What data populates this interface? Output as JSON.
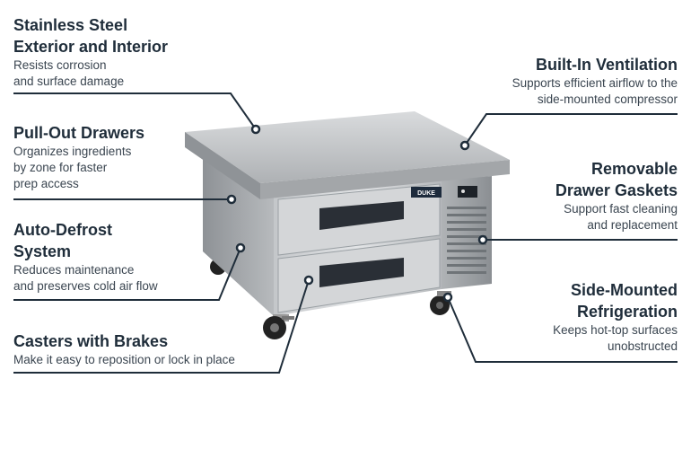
{
  "features": {
    "stainless": {
      "title": "Stainless Steel\nExterior and Interior",
      "desc": "Resists corrosion\nand surface damage"
    },
    "drawers": {
      "title": "Pull-Out Drawers",
      "desc": "Organizes ingredients\nby zone for faster\nprep access"
    },
    "defrost": {
      "title": "Auto-Defrost\nSystem",
      "desc": "Reduces maintenance\nand preserves cold air flow"
    },
    "casters": {
      "title": "Casters with Brakes",
      "desc": "Make it easy to reposition or lock in place"
    },
    "ventilation": {
      "title": "Built-In Ventilation",
      "desc": "Supports efficient airflow to the\nside-mounted compressor"
    },
    "gaskets": {
      "title": "Removable\nDrawer Gaskets",
      "desc": "Support fast cleaning\nand replacement"
    },
    "refrigeration": {
      "title": "Side-Mounted\nRefrigeration",
      "desc": "Keeps hot-top surfaces\nunobstructed"
    }
  },
  "product": {
    "brand_badge": "DUKE"
  },
  "colors": {
    "text": "#1f2d3a",
    "line": "#1f2d3a",
    "steel": "#b9bcbf"
  }
}
